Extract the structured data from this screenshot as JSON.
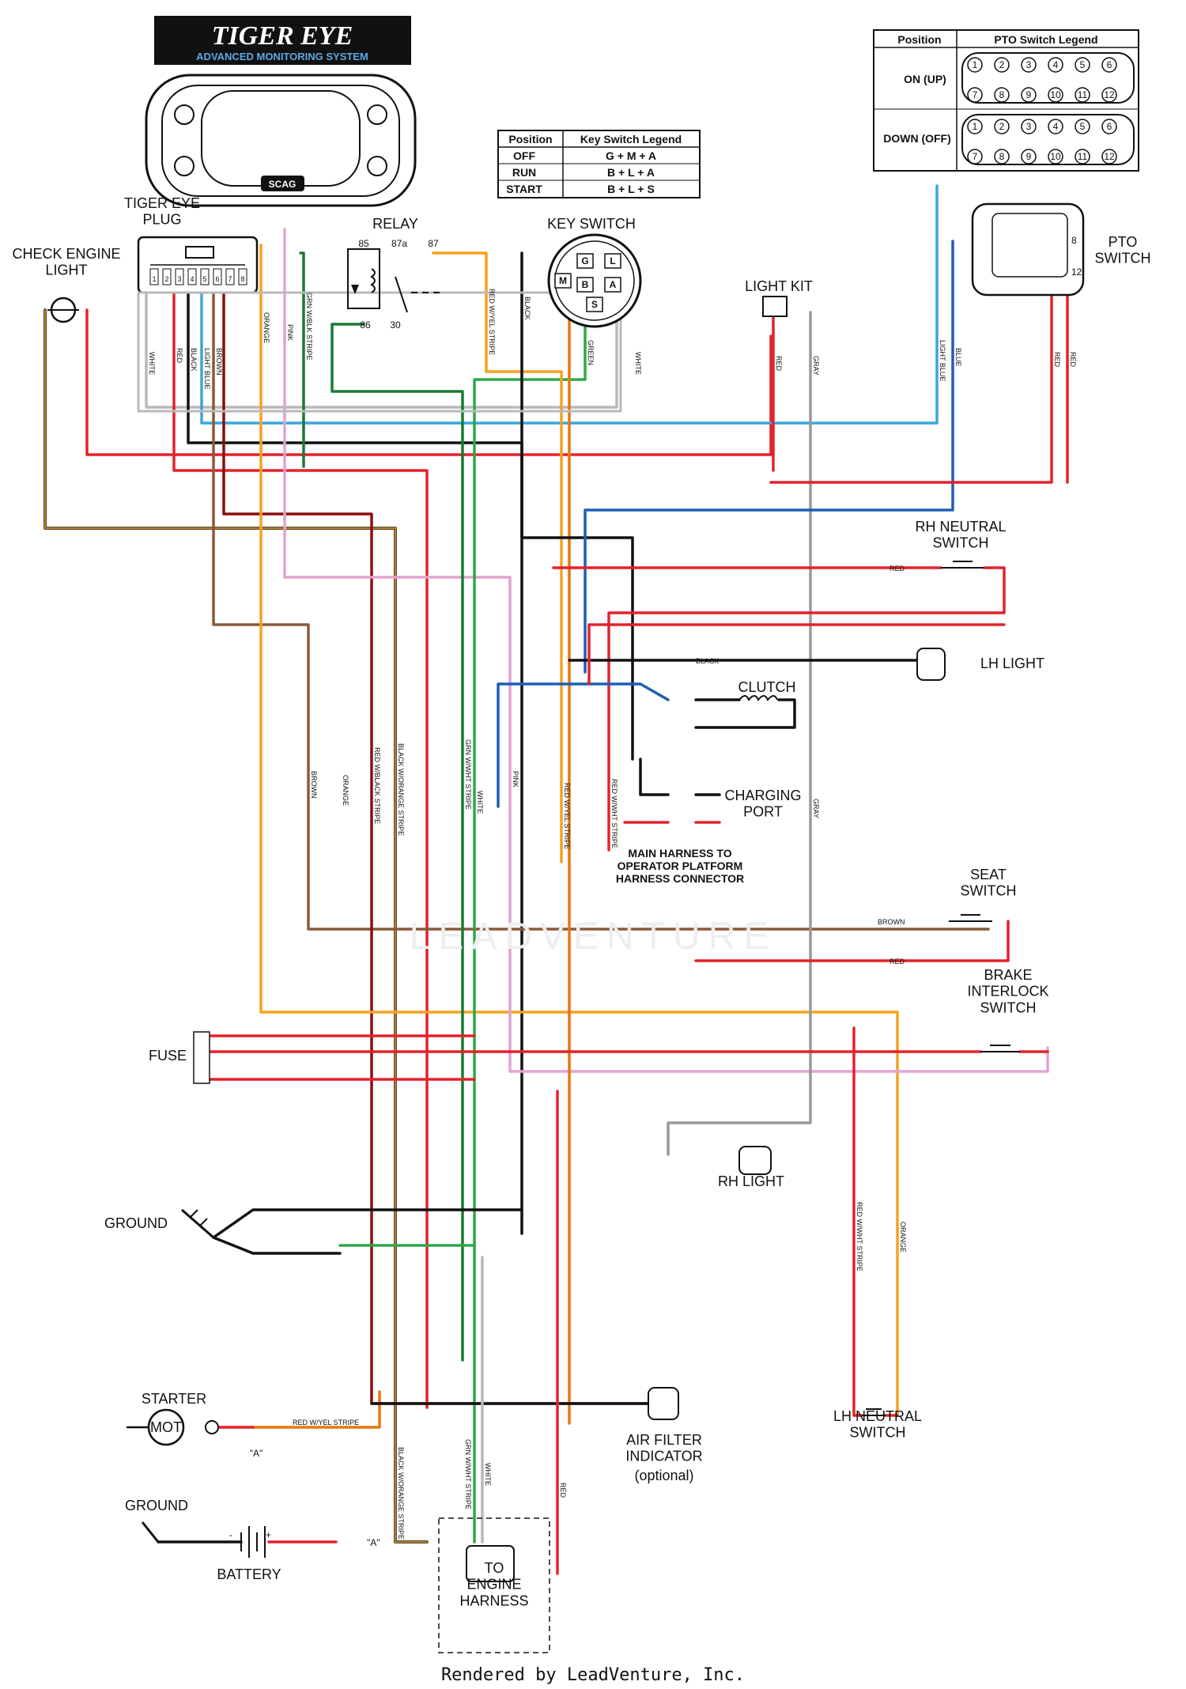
{
  "logo": {
    "brand": "TIGER EYE",
    "tagline": "ADVANCED MONITORING SYSTEM",
    "panel_badge": "SCAG"
  },
  "components": {
    "tiger_eye_plug": "TIGER EYE PLUG",
    "relay": "RELAY",
    "relay_pins": [
      "85",
      "87a",
      "87",
      "86",
      "30"
    ],
    "key_switch": "KEY SWITCH",
    "key_switch_pins": [
      "G",
      "L",
      "M",
      "B",
      "A",
      "S"
    ],
    "check_engine_light": "CHECK ENGINE LIGHT",
    "light_kit": "LIGHT KIT",
    "pto_switch": "PTO SWITCH",
    "pto_pins": [
      "8",
      "12"
    ],
    "rh_neutral_switch": "RH NEUTRAL SWITCH",
    "lh_light": "LH LIGHT",
    "clutch": "CLUTCH",
    "charging_port": "CHARGING PORT",
    "main_harness_connector": "MAIN HARNESS TO OPERATOR PLATFORM HARNESS CONNECTOR",
    "seat_switch": "SEAT SWITCH",
    "brake_interlock_switch": "BRAKE INTERLOCK SWITCH",
    "fuse": "FUSE",
    "rh_light": "RH LIGHT",
    "ground": "GROUND",
    "lh_neutral_switch": "LH NEUTRAL SWITCH",
    "starter": "STARTER",
    "starter_motor": "MOT",
    "air_filter_indicator": "AIR FILTER INDICATOR",
    "optional_note": "(optional)",
    "ground_2": "GROUND",
    "battery": "BATTERY",
    "battery_minus": "-",
    "battery_plus": "+",
    "point_a": "\"A\"",
    "to_engine_harness": "TO ENGINE HARNESS"
  },
  "key_switch_legend": {
    "headers": [
      "Position",
      "Key Switch Legend"
    ],
    "rows": [
      [
        "OFF",
        "G + M + A"
      ],
      [
        "RUN",
        "B + L + A"
      ],
      [
        "START",
        "B + L + S"
      ]
    ]
  },
  "pto_switch_legend": {
    "headers": [
      "Position",
      "PTO Switch Legend"
    ],
    "rows": [
      {
        "position": "ON (UP)",
        "top": [
          "1",
          "2",
          "3",
          "4",
          "5",
          "6"
        ],
        "bottom": [
          "7",
          "8",
          "9",
          "10",
          "11",
          "12"
        ]
      },
      {
        "position": "DOWN (OFF)",
        "top": [
          "1",
          "2",
          "3",
          "4",
          "5",
          "6"
        ],
        "bottom": [
          "7",
          "8",
          "9",
          "10",
          "11",
          "12"
        ]
      }
    ]
  },
  "wire_labels": {
    "white": "WHITE",
    "red": "RED",
    "black": "BLACK",
    "brown": "BROWN",
    "light_blue": "LIGHT BLUE",
    "orange": "ORANGE",
    "pink": "PINK",
    "grn_wblk": "GRN W/BLK STRIPE",
    "red_wyel": "RED W/YEL STRIPE",
    "green": "GREEN",
    "gray": "GRAY",
    "blue": "BLUE",
    "red_wblk": "RED W/BLACK STRIPE",
    "black_worange": "BLACK W/ORANGE STRIPE",
    "grn_wwht": "GRN W/WHT STRIPE",
    "red_wwht": "RED W/WHT STRIPE"
  },
  "plug_pin_labels": [
    "1",
    "2",
    "3",
    "4",
    "5",
    "6",
    "7",
    "8"
  ],
  "watermark": "LEADVENTURE",
  "footer": "Rendered by LeadVenture, Inc.",
  "colors": {
    "red": "#e3222b",
    "black": "#111111",
    "white_wire": "#b9b9b9",
    "orange": "#f6a21d",
    "brown": "#8a5a3b",
    "pink": "#e3a3cf",
    "light_blue": "#3aa6dc",
    "blue": "#1d5fb4",
    "green": "#2ea84a",
    "gray": "#9a9a9a",
    "dark_red": "#8b0d0d",
    "dark_orange": "#e8770f"
  }
}
